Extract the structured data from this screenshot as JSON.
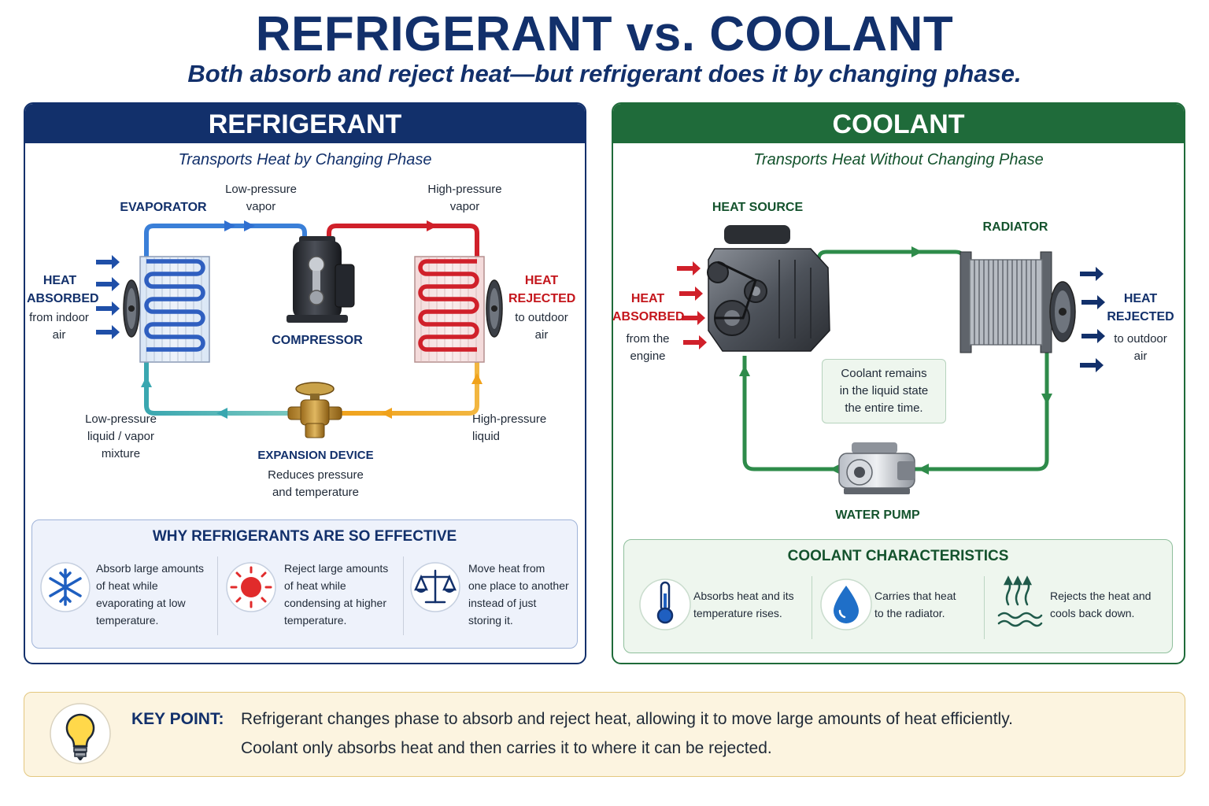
{
  "header": {
    "title": "REFRIGERANT vs. COOLANT",
    "subtitle": "Both absorb and reject heat—but refrigerant does it by changing phase."
  },
  "refrigerant": {
    "heading": "REFRIGERANT",
    "subheading": "Transports Heat by Changing Phase",
    "evaporator": "EVAPORATOR",
    "compressor": "COMPRESSOR",
    "expansion_device": "EXPANSION DEVICE",
    "expansion_note": [
      "Reduces pressure",
      "and temperature"
    ],
    "low_pressure_vapor": [
      "Low-pressure",
      "vapor"
    ],
    "high_pressure_vapor": [
      "High-pressure",
      "vapor"
    ],
    "high_pressure_liquid": [
      "High-pressure",
      "liquid"
    ],
    "low_pressure_mixture": [
      "Low-pressure",
      "liquid / vapor",
      "mixture"
    ],
    "heat_absorbed": [
      "HEAT",
      "ABSORBED"
    ],
    "heat_absorbed_note": [
      "from indoor",
      "air"
    ],
    "heat_rejected": [
      "HEAT",
      "REJECTED"
    ],
    "heat_rejected_note": [
      "to outdoor",
      "air"
    ],
    "why": {
      "title": "WHY REFRIGERANTS ARE SO EFFECTIVE",
      "items": [
        {
          "icon": "snowflake-icon",
          "lines": [
            "Absorb large amounts",
            "of heat while",
            "evaporating at low",
            "temperature."
          ]
        },
        {
          "icon": "sun-icon",
          "lines": [
            "Reject large amounts",
            "of heat while",
            "condensing at higher",
            "temperature."
          ]
        },
        {
          "icon": "balance-scale-icon",
          "lines": [
            "Move heat from",
            "one place to another",
            "instead of just",
            "storing it."
          ]
        }
      ]
    }
  },
  "coolant": {
    "heading": "COOLANT",
    "subheading": "Transports Heat Without Changing Phase",
    "heat_source": "HEAT SOURCE",
    "radiator": "RADIATOR",
    "water_pump": "WATER PUMP",
    "heat_absorbed": [
      "HEAT",
      "ABSORBED"
    ],
    "heat_absorbed_note": [
      "from the",
      "engine"
    ],
    "heat_rejected": [
      "HEAT",
      "REJECTED"
    ],
    "heat_rejected_note": [
      "to outdoor",
      "air"
    ],
    "liquid_note": [
      "Coolant remains",
      "in the liquid state",
      "the entire time."
    ],
    "characteristics": {
      "title": "COOLANT CHARACTERISTICS",
      "items": [
        {
          "icon": "thermometer-icon",
          "lines": [
            "Absorbs heat and its",
            "temperature rises."
          ]
        },
        {
          "icon": "water-drop-icon",
          "lines": [
            "Carries that heat",
            "to the radiator."
          ]
        },
        {
          "icon": "heat-waves-icon",
          "lines": [
            "Rejects the heat and",
            "cools back down."
          ]
        }
      ]
    }
  },
  "key_point": {
    "label": "KEY POINT:",
    "lines": [
      "Refrigerant changes phase to absorb and reject heat, allowing it to move large amounts of heat efficiently.",
      "Coolant only absorbs heat and then carries it to where it can be rejected."
    ]
  },
  "colors": {
    "navy": "#12306b",
    "dark_green": "#1f6b3a",
    "hot_red": "#d0202a",
    "cold_blue": "#2f6fd0",
    "teal": "#3aa7b0",
    "amber": "#f0a21b",
    "pipe_green": "#2e8b4a"
  }
}
